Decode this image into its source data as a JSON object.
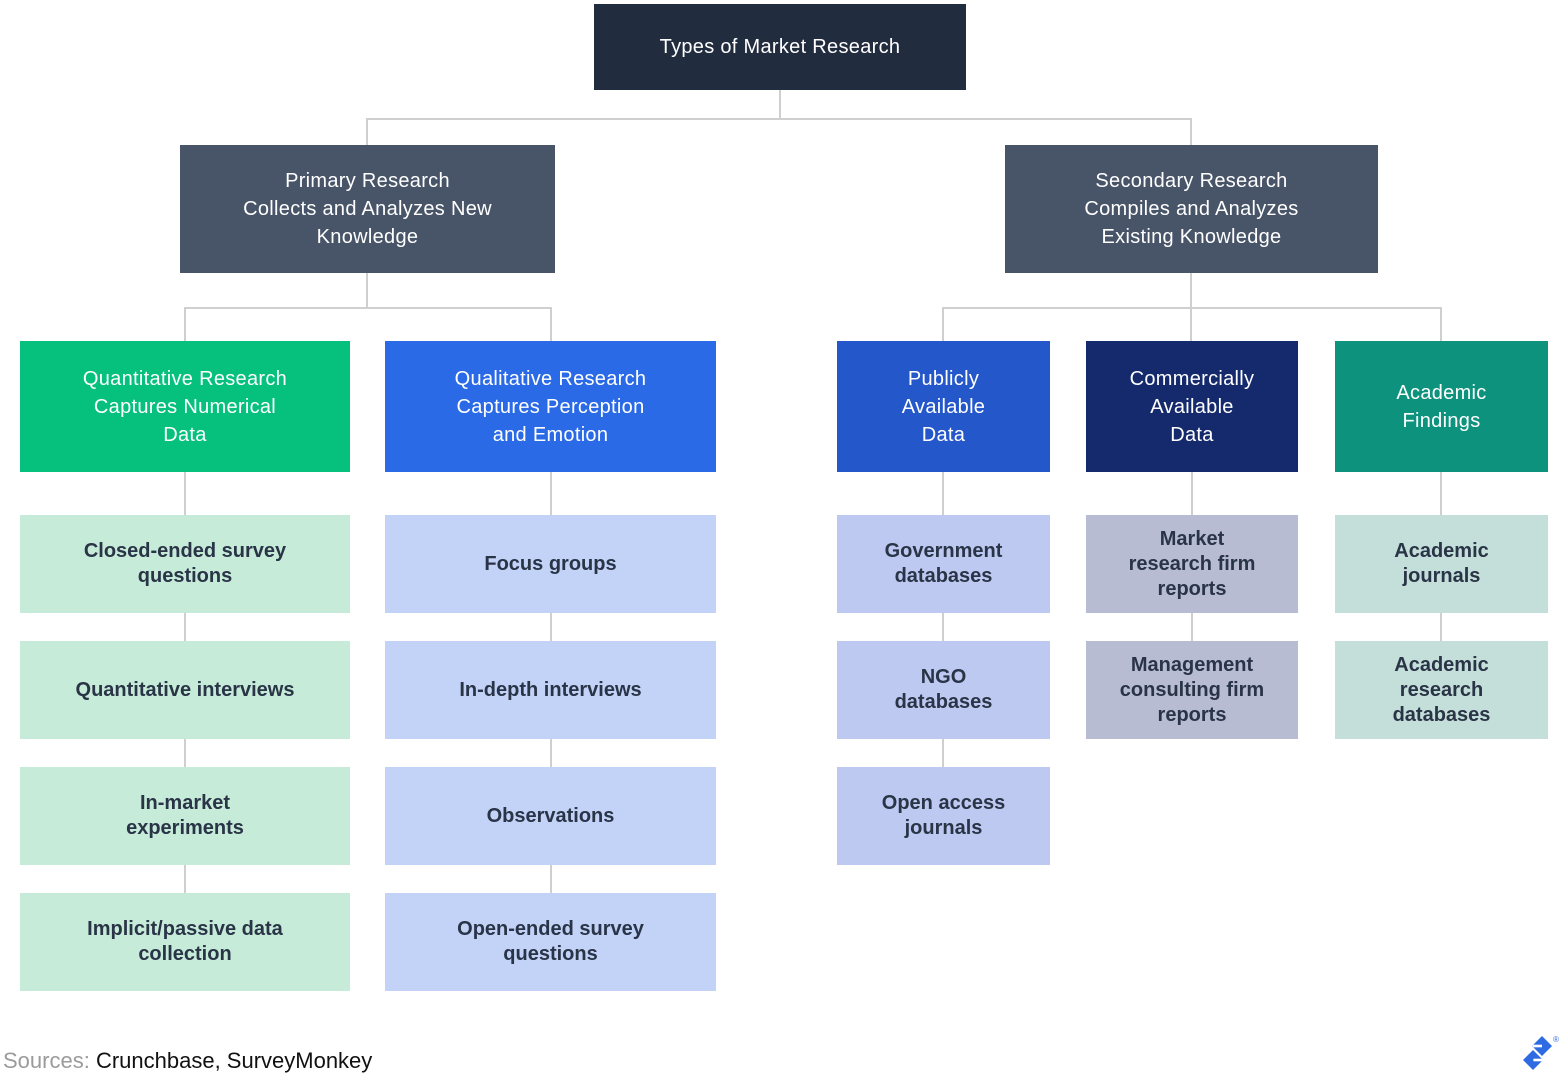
{
  "title": "Types of Market Research",
  "tree": {
    "root": {
      "label": "Types of Market Research"
    },
    "branches": [
      {
        "id": "primary-research",
        "label": "Primary Research\nCollects and Analyzes New\nKnowledge"
      },
      {
        "id": "secondary-research",
        "label": "Secondary Research\nCompiles and Analyzes\nExisting Knowledge"
      }
    ],
    "columns": [
      {
        "id": "quantitative-research",
        "header": "Quantitative Research\nCaptures Numerical\nData",
        "items": [
          "Closed-ended survey\nquestions",
          "Quantitative interviews",
          "In-market\nexperiments",
          "Implicit/passive data\ncollection"
        ]
      },
      {
        "id": "qualitative-research",
        "header": "Qualitative Research\nCaptures Perception\nand Emotion",
        "items": [
          "Focus groups",
          "In-depth interviews",
          "Observations",
          "Open-ended survey\nquestions"
        ]
      },
      {
        "id": "publicly-available-data",
        "header": "Publicly\nAvailable\nData",
        "items": [
          "Government\ndatabases",
          "NGO\ndatabases",
          "Open access\njournals"
        ]
      },
      {
        "id": "commercially-available-data",
        "header": "Commercially\nAvailable\nData",
        "items": [
          "Market\nresearch firm\nreports",
          "Management\nconsulting firm\nreports"
        ]
      },
      {
        "id": "academic-findings",
        "header": "Academic\nFindings",
        "items": [
          "Academic\njournals",
          "Academic\nresearch\ndatabases"
        ]
      }
    ]
  },
  "footer": {
    "sources_label": "Sources:",
    "sources_value": " Crunchbase, SurveyMonkey",
    "logo": "toptal-logo",
    "registered_symbol": "®"
  },
  "colors": {
    "root_bg": "#222c3f",
    "branch_bg": "#485468",
    "quantitative_bg": "#05c17d",
    "qualitative_bg": "#2b6ae6",
    "publicly_bg": "#2457ca",
    "commercially_bg": "#142a6d",
    "academic_bg": "#0d927d",
    "quantitative_item_bg": "#c6ecd9",
    "qualitative_item_bg": "#c3d3f8",
    "publicly_item_bg": "#bdc9f1",
    "commercially_item_bg": "#b7bcd3",
    "academic_item_bg": "#c4dfd9",
    "item_text": "#2a3447",
    "connector": "#cfcfcf",
    "sources_label_color": "#9b9b9b",
    "logo_blue": "#2e6be2"
  }
}
